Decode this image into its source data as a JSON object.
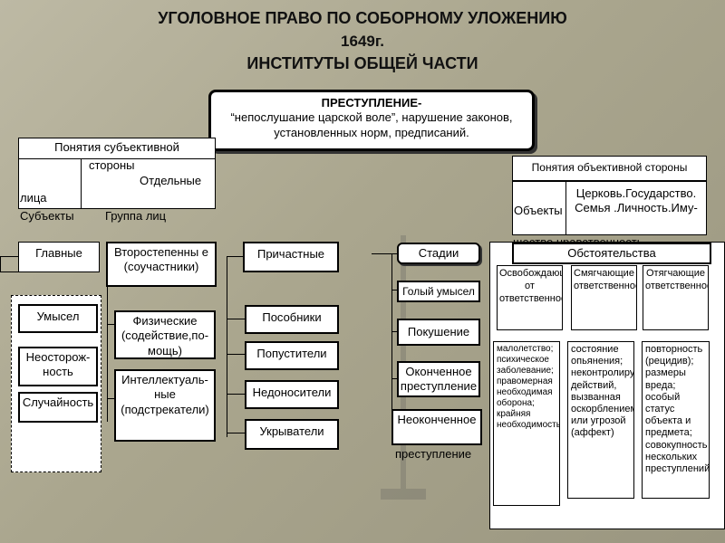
{
  "title": {
    "line1": "УГОЛОВНОЕ ПРАВО ПО СОБОРНОМУ УЛОЖЕНИЮ",
    "line2": "1649г.",
    "line3": "ИНСТИТУТЫ ОБЩЕЙ ЧАСТИ"
  },
  "crime": {
    "heading": "ПРЕСТУПЛЕНИЕ-",
    "definition": "“непослушание царской воле”, нарушение законов, установленных норм, предписаний."
  },
  "subjective": {
    "header": "Понятия субъективной",
    "cell_a": "стороны",
    "cell_b": "Отдельные",
    "cell_c": "лица",
    "row_subjects": "Субъекты",
    "row_group": "Группа лиц"
  },
  "objective": {
    "header": "Понятия объективной стороны",
    "label": "Объекты",
    "value": "Церковь.Государство. Семья .Личность.Иму-",
    "value_tail": "щество.нравственность."
  },
  "participants": {
    "main": "Главные",
    "secondary": "Второстепенны е (соучастники)",
    "complicit": "Причастные",
    "physical": "Физические (содействие,по-мощь)",
    "intellectual": "Интеллектуаль-ные (подстрекатели)",
    "accomplices": "Пособники",
    "conniver": "Попустители",
    "non_informer": "Недоносители",
    "concealer": "Укрыватели"
  },
  "guilt": {
    "intent": "Умысел",
    "negligence": "Неосторож-ность",
    "accident": "Случайность"
  },
  "stages": {
    "header": "Стадии",
    "bare_intent": "Голый умысел",
    "attempt": "Покушение",
    "finished": "Оконченное преступление",
    "unfinished": "Неоконченное",
    "unfinished_tail": "преступление"
  },
  "circumstances": {
    "header": "Обстоятельства",
    "exempting": "Освобождающие от ответственности",
    "mitigating": "Смягчающие ответственность",
    "aggravating": "Отягчающие ответственность",
    "exempting_list": "малолетство; психическое заболевание; правомерная необходимая оборона; крайняя необходимость",
    "mitigating_list": "состояние опьянения; неконтролируемость действий, вызванная оскорблением или угрозой (аффект)",
    "aggravating_list": "повторность (рецидив); размеры вреда; особый статус объекта и предмета; совокупность нескольких преступлений"
  }
}
